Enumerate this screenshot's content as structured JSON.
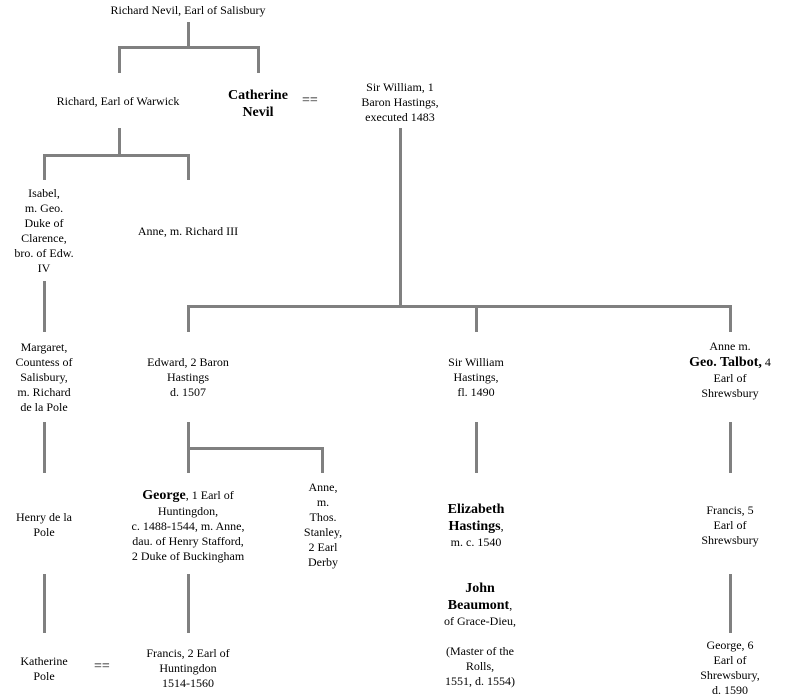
{
  "colors": {
    "line": "#808080",
    "text": "#000000",
    "background": "#ffffff"
  },
  "marriage_symbol": "==",
  "people": {
    "richard_nevil": "Richard Nevil, Earl of Salisbury",
    "richard_warwick": "Richard, Earl of Warwick",
    "catherine_nevil": "Catherine Nevil",
    "william_hastings": [
      "Sir William, 1",
      "Baron Hastings,",
      "executed 1483"
    ],
    "isabel": [
      "Isabel,",
      "m. Geo.",
      "Duke of",
      "Clarence,",
      "bro. of Edw.",
      "IV"
    ],
    "anne_richard": "Anne, m. Richard III",
    "margaret": [
      "Margaret,",
      "Countess of",
      "Salisbury,",
      "m. Richard",
      "de la Pole"
    ],
    "edward_hastings": [
      "Edward, 2 Baron",
      "Hastings",
      "d. 1507"
    ],
    "william_hastings_jr": [
      "Sir William",
      "Hastings,",
      "fl. 1490"
    ],
    "anne_talbot": {
      "pre": "Anne m.",
      "bold": "Geo. Talbot,",
      "title1": " 4",
      "rest": [
        "Earl of",
        "Shrewsbury"
      ]
    },
    "henry_pole": [
      "Henry de la",
      "Pole"
    ],
    "george_huntingdon": {
      "bold": "George",
      "rest1": ", 1 Earl of",
      "rest": [
        "Huntingdon,",
        "c. 1488-1544, m. Anne,",
        "dau. of Henry Stafford,",
        "2 Duke of Buckingham"
      ]
    },
    "anne_stanley": [
      "Anne,",
      "m.",
      "Thos.",
      "Stanley,",
      "2 Earl",
      "Derby"
    ],
    "elizabeth_hastings": {
      "bold1": "Elizabeth",
      "bold2": "Hastings",
      "comma": ",",
      "rest": "m. c. 1540"
    },
    "francis_shrewsbury": [
      "Francis, 5",
      "Earl of",
      "Shrewsbury"
    ],
    "john_beaumont": {
      "bold1": "John",
      "bold2": "Beaumont",
      "comma": ",",
      "rest": [
        "of Grace-Dieu,",
        "(Master of the",
        "Rolls,",
        "1551, d. 1554)"
      ]
    },
    "katherine_pole": [
      "Katherine",
      "Pole"
    ],
    "francis_huntingdon": [
      "Francis, 2 Earl of",
      "Huntingdon",
      "1514-1560"
    ],
    "george_shrewsbury": [
      "George, 6",
      "Earl of",
      "Shrewsbury,",
      "d. 1590"
    ]
  }
}
